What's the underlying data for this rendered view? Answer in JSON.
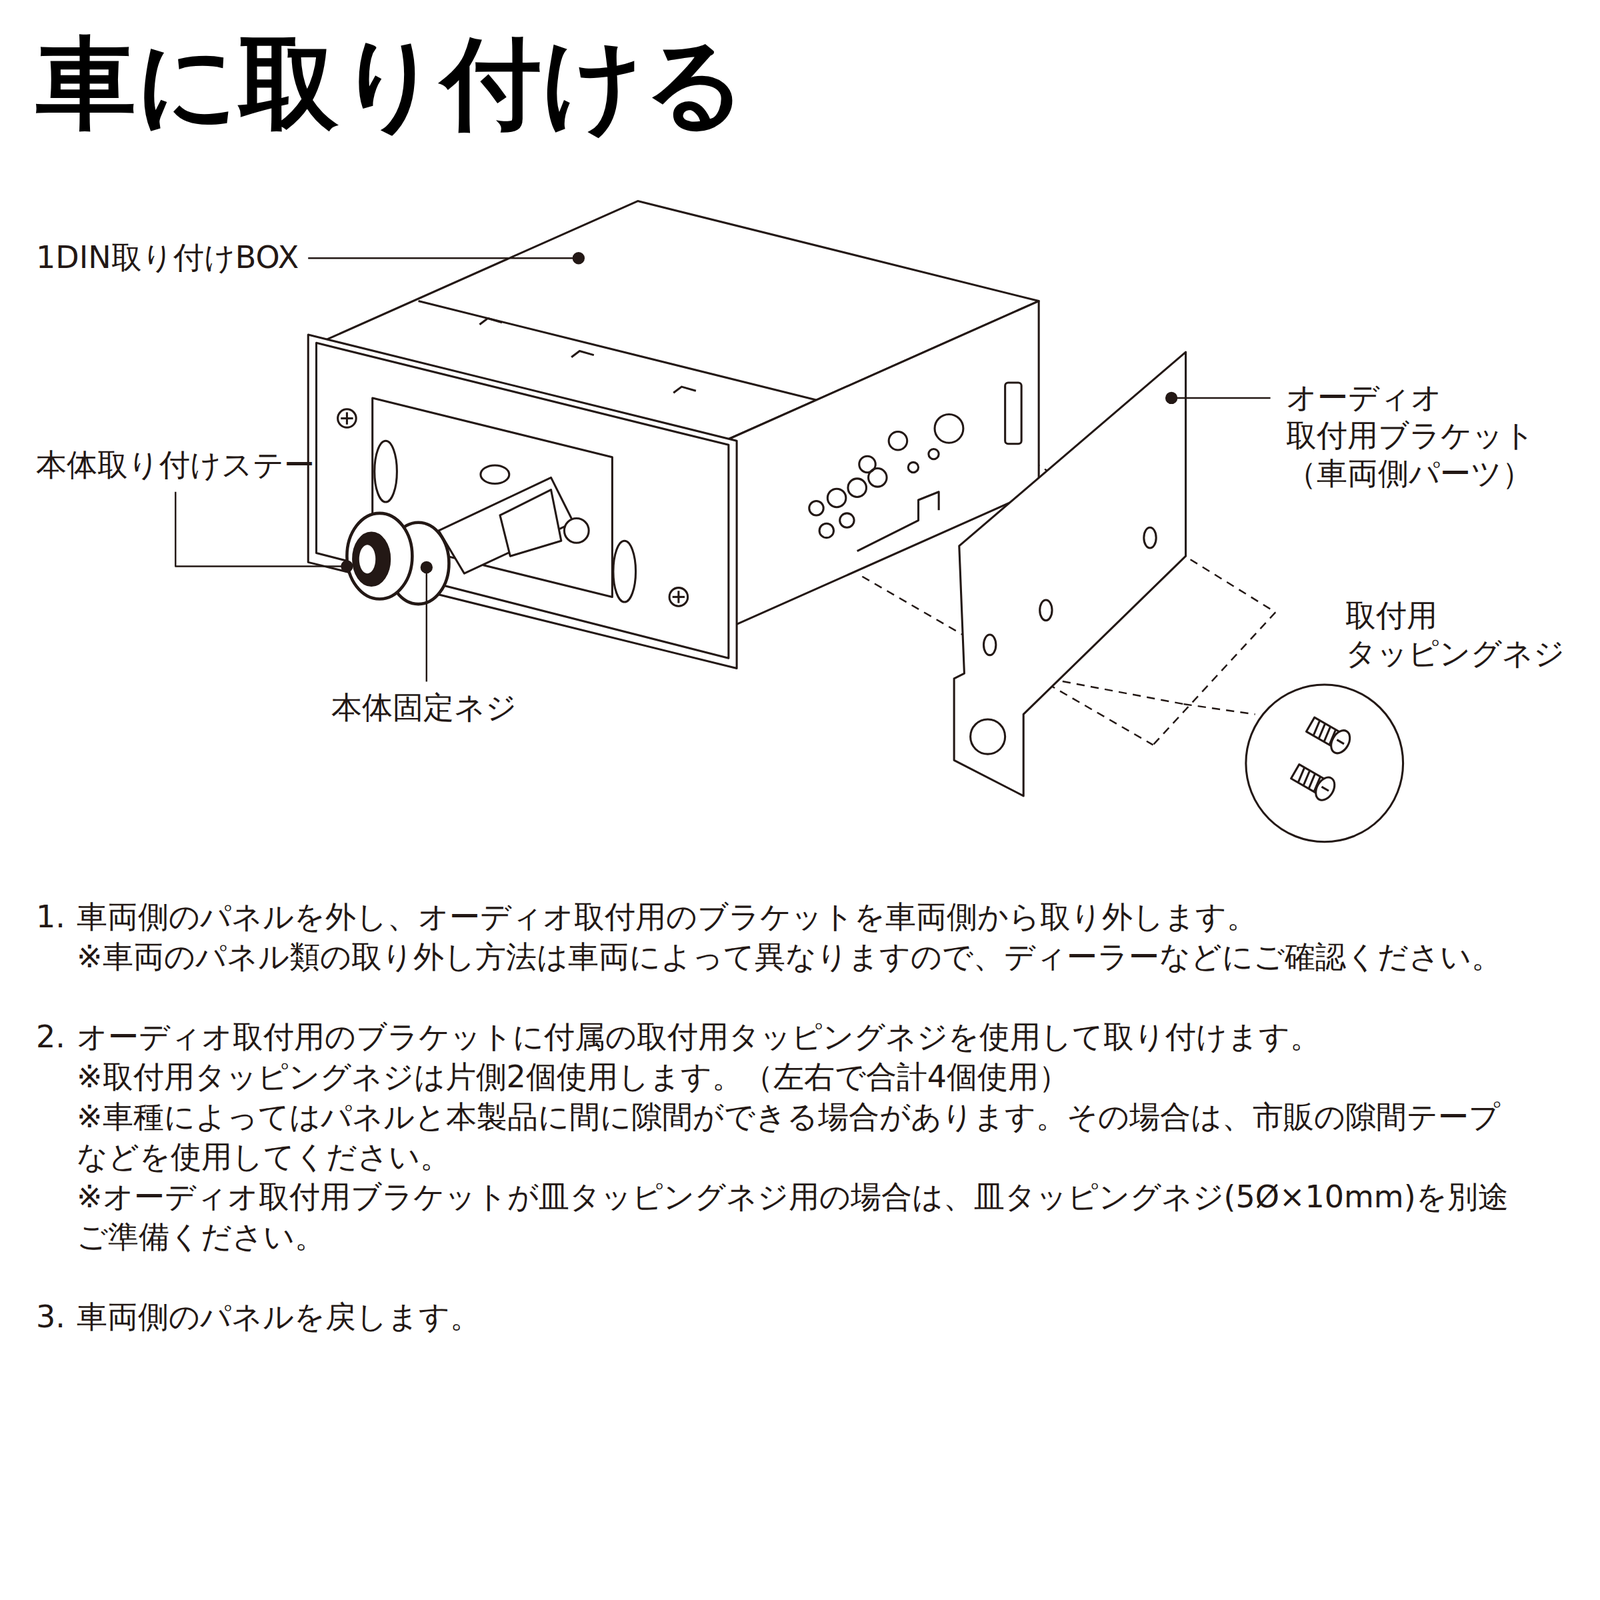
{
  "diagram": {
    "title": "車に取り付ける",
    "labels": [
      "1DIN取り付けBOX",
      "本体取り付けステー",
      "本体固定ネジ",
      "オーディオ 取付用ブラケット （車両側パーツ）",
      "取付用 タッピングネジ",
      "1.",
      "車両側のパネルを外し、オーディオ取付用のブラケットを車両側から取り外します。",
      "※車両のパネル類の取り外し方法は車両によって異なりますので、ディーラーなどにご確認ください。",
      "2.",
      "オーディオ取付用のブラケットに付属の取付用タッピングネジを使用して取り付けます。",
      "※取付用タッピングネジは片側2個使用します。（左右で合計4個使用）",
      "※車種によってはパネルと本製品に間に隙間ができる場合があります。その場合は、市販の隙間テープなどを使用してください。",
      "※オーディオ取付用ブラケットが皿タッピングネジ用の場合は、皿タッピングネジ(5Ø×10mm)を別途ご準備ください。",
      "3.",
      "車両側のパネルを戻します。"
    ]
  }
}
